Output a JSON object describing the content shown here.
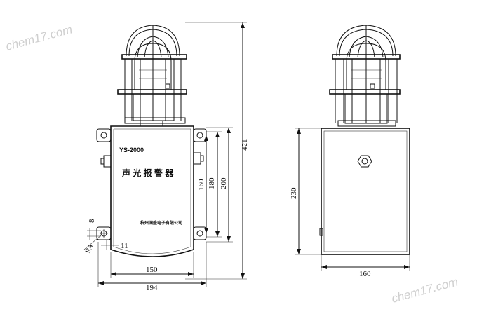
{
  "front_view": {
    "model": "YS-2000",
    "product_name": "声 光 报 警 器",
    "company_plate": "杭州国盛电子有限公司",
    "dims": {
      "width_body": "150",
      "width_total": "194",
      "height_mount_inner": "160",
      "height_mount_outer": "180",
      "height_body": "200",
      "height_total": "421",
      "hole_offset": "8",
      "hole_radius": "R4",
      "hole_spacing": "11"
    }
  },
  "side_view": {
    "dims": {
      "height_body": "230",
      "width_body": "160"
    }
  },
  "watermarks": [
    "chem17.com",
    "chem17.com"
  ]
}
